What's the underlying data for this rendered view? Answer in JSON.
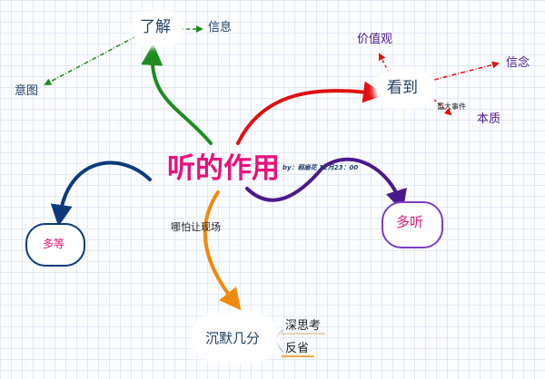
{
  "central": {
    "title": "听的作用",
    "author": "by：稻扇花 12月23：00"
  },
  "nodes": {
    "liaojie": "了解",
    "xinxi": "信息",
    "yitu": "意图",
    "kandao": "看到",
    "jiazhiguan": "价值观",
    "xinnian": "信念",
    "zhongda": "重大事件",
    "benzhi": "本质",
    "duoting": "多听",
    "duodeng": "多等",
    "napa": "哪怕让现场",
    "chenmo": "沉默几分",
    "shensikao": "深思考",
    "fanxing": "反省"
  },
  "colors": {
    "central": "#e8127a",
    "green": "#1e8c1e",
    "red": "#e01010",
    "purple": "#4a1a8c",
    "navy": "#0d3b7a",
    "orange": "#f08a10",
    "text_blue": "#1f3f66",
    "text_dark": "#222222"
  }
}
